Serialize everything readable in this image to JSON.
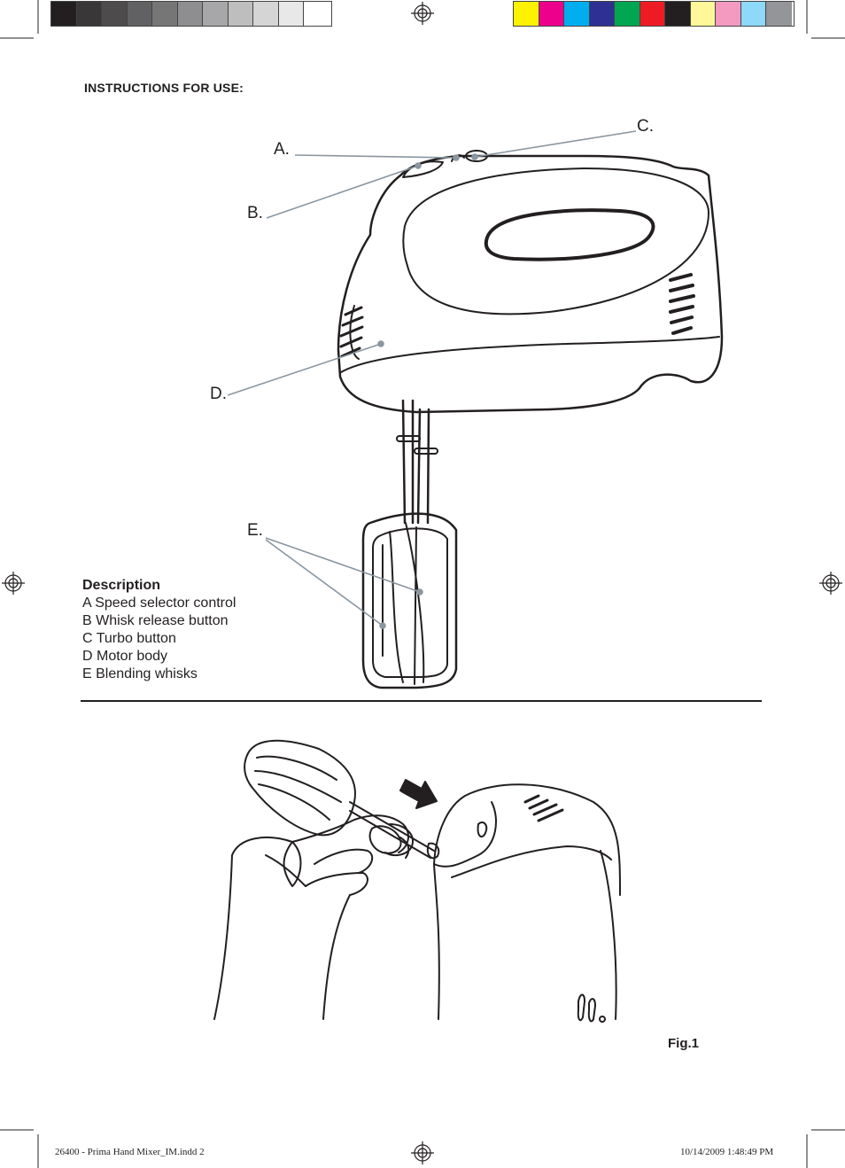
{
  "color_bar": {
    "grays": [
      "#231f20",
      "#3a3738",
      "#4d4b4c",
      "#616062",
      "#777677",
      "#8e8d8f",
      "#a7a6a8",
      "#bfbebf",
      "#d6d5d6",
      "#e8e8e9",
      "#ffffff"
    ],
    "colors": [
      "#fff200",
      "#ec008c",
      "#00aeef",
      "#2e3192",
      "#00a651",
      "#ed1c24",
      "#231f20",
      "#fff799",
      "#f49ac1",
      "#8ed8f8",
      "#939598"
    ]
  },
  "heading": "INSTRUCTIONS FOR USE:",
  "callouts": {
    "a": "A.",
    "b": "B.",
    "c": "C.",
    "d": "D.",
    "e": "E."
  },
  "description": {
    "title": "Description",
    "items": [
      "A Speed selector control",
      "B Whisk release button",
      "C Turbo button",
      "D Motor body",
      "E Blending whisks"
    ]
  },
  "figure_label": "Fig.1",
  "footer": {
    "file": "26400 - Prima Hand Mixer_IM.indd   2",
    "timestamp": "10/14/2009   1:48:49 PM"
  }
}
